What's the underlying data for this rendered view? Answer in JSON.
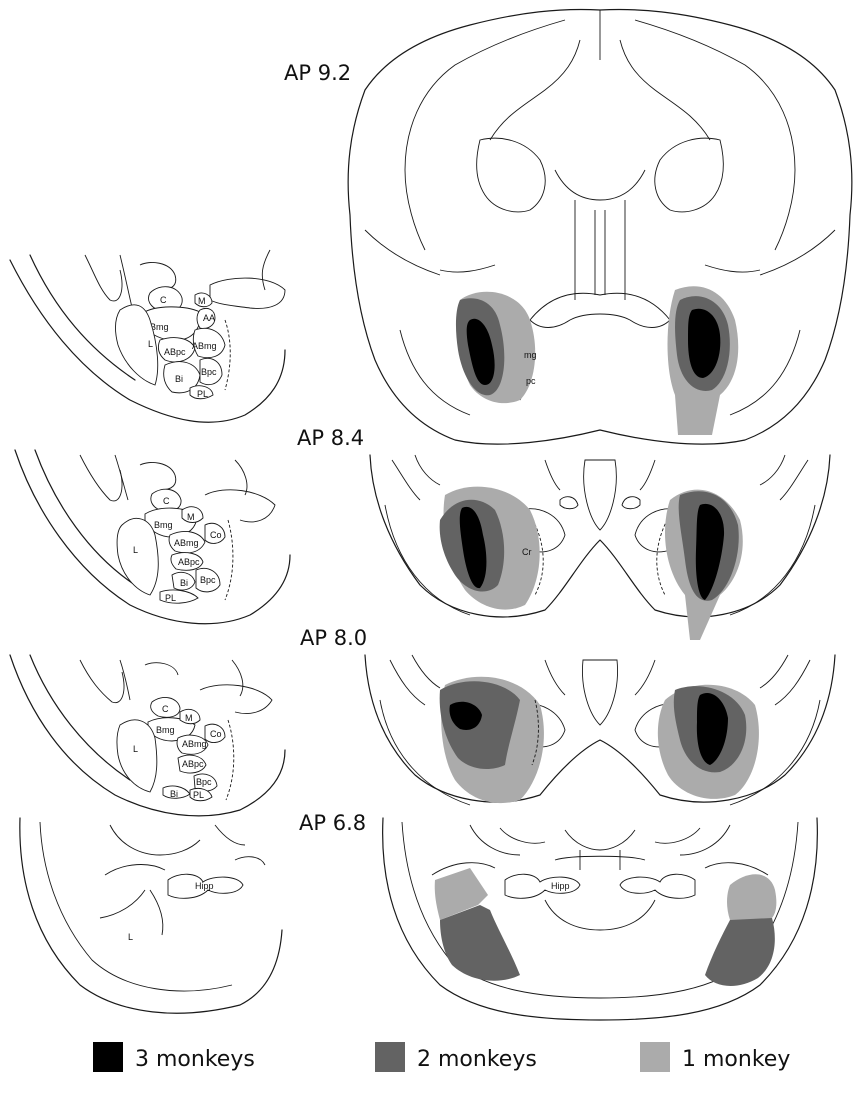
{
  "sections": [
    {
      "label": "AP 9.2",
      "left_nuclei": [
        "C",
        "Bmg",
        "AA",
        "M",
        "L",
        "ABpc",
        "ABmg",
        "Bi",
        "Bpc",
        "PL"
      ],
      "right_nuclei": [
        "mg",
        "pc"
      ]
    },
    {
      "label": "AP 8.4",
      "left_nuclei": [
        "C",
        "Bmg",
        "M",
        "L",
        "ABmg",
        "Co",
        "ABpc",
        "Bi",
        "Bpc",
        "PL"
      ],
      "right_nuclei": [
        "Cr"
      ]
    },
    {
      "label": "AP 8.0",
      "left_nuclei": [
        "C",
        "Bmg",
        "M",
        "L",
        "ABmg",
        "Co",
        "ABpc",
        "Bpc",
        "Bi",
        "PL"
      ],
      "right_nuclei": []
    },
    {
      "label": "AP 6.8",
      "left_nuclei": [
        "L",
        "Hipp"
      ],
      "right_nuclei": [
        "Hipp"
      ]
    }
  ],
  "legend": [
    {
      "label": "3 monkeys",
      "color": "#000000"
    },
    {
      "label": "2 monkeys",
      "color": "#636363"
    },
    {
      "label": "1 monkey",
      "color": "#ababab"
    }
  ]
}
